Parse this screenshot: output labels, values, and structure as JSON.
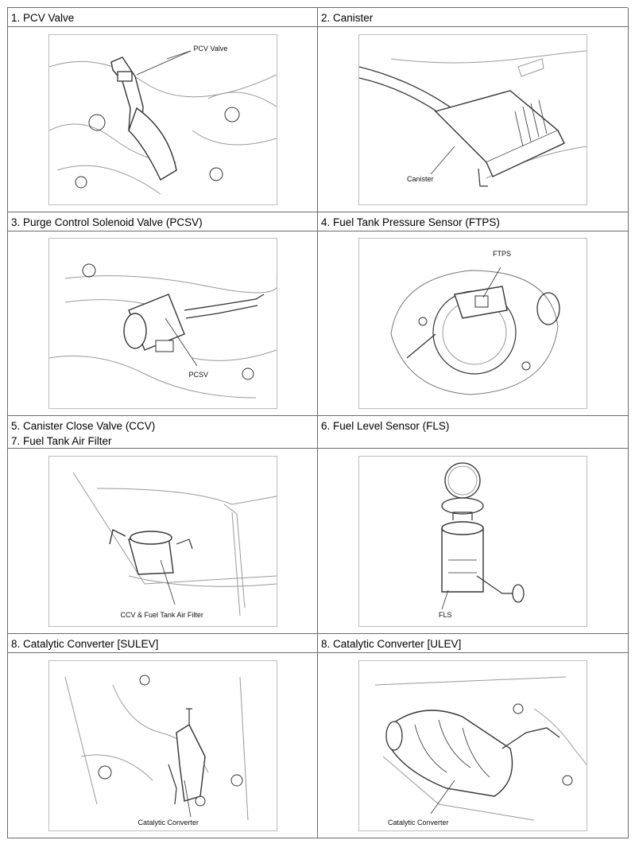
{
  "cells": [
    {
      "header": [
        "1. PCV Valve"
      ],
      "callout": "PCV Valve"
    },
    {
      "header": [
        "2. Canister"
      ],
      "callout": "Canister"
    },
    {
      "header": [
        "3. Purge Control Solenoid Valve (PCSV)"
      ],
      "callout": "PCSV"
    },
    {
      "header": [
        "4. Fuel Tank Pressure Sensor (FTPS)"
      ],
      "callout": "FTPS"
    },
    {
      "header": [
        "5. Canister Close Valve (CCV)",
        "7. Fuel Tank Air Filter"
      ],
      "callout": "CCV & Fuel Tank Air Filter"
    },
    {
      "header": [
        "6. Fuel Level Sensor (FLS)"
      ],
      "callout": "FLS"
    },
    {
      "header": [
        "8. Catalytic Converter [SULEV]"
      ],
      "callout": "Catalytic Converter"
    },
    {
      "header": [
        "8. Catalytic Converter [ULEV]"
      ],
      "callout": "Catalytic Converter"
    }
  ]
}
